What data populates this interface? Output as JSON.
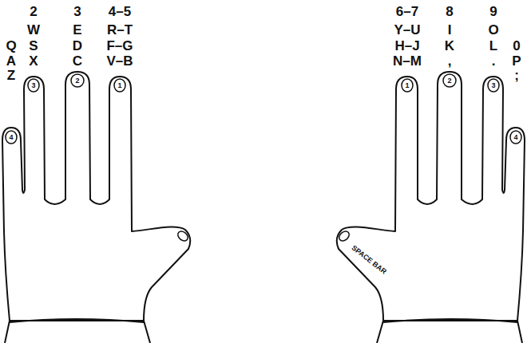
{
  "diagram": {
    "labels": [
      "2",
      "3",
      "4–5",
      "6–7",
      "8",
      "9",
      "W",
      "E",
      "R–T",
      "Y–U",
      "I",
      "O",
      "Q",
      "S",
      "D",
      "F–G",
      "H–J",
      "K",
      "L",
      "0",
      "A",
      "X",
      "C",
      "V–B",
      "N–M",
      ",",
      ".",
      "P",
      "Z",
      ";",
      "4",
      "3",
      "2",
      "1",
      "1",
      "2",
      "3",
      "4",
      "SPACE BAR"
    ]
  }
}
